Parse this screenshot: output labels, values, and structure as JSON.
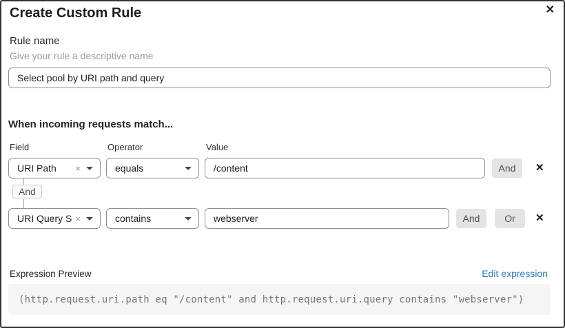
{
  "dialog": {
    "title": "Create Custom Rule"
  },
  "icons": {
    "close": "✕",
    "clear": "×",
    "remove": "✕"
  },
  "rule_name": {
    "label": "Rule name",
    "description": "Give your rule a descriptive name",
    "value": "Select pool by URI path and query"
  },
  "match": {
    "heading": "When incoming requests match...",
    "columns": {
      "field": "Field",
      "operator": "Operator",
      "value": "Value"
    },
    "connector": "And",
    "and_label": "And",
    "or_label": "Or",
    "conditions": [
      {
        "field": "URI Path",
        "operator": "equals",
        "value": "/content"
      },
      {
        "field": "URI Query St...",
        "operator": "contains",
        "value": "webserver"
      }
    ]
  },
  "expression": {
    "label": "Expression Preview",
    "edit_link": "Edit expression",
    "code": "(http.request.uri.path eq \"/content\" and http.request.uri.query contains \"webserver\")"
  },
  "colors": {
    "link_blue": "#2e7cb8",
    "button_gray": "#e4e4e4",
    "code_background": "#f5f5f5",
    "input_border": "#8f8f8f",
    "dialog_border": "#333333"
  }
}
